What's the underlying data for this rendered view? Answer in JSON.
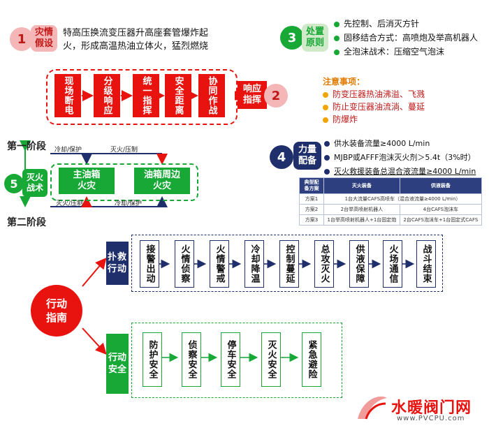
{
  "s1": {
    "num": "1",
    "tag": "灾情\n假设",
    "text": "特高压换流变压器升高座套管爆炸起火，形成高温热油立体火，猛烈燃烧"
  },
  "s2": {
    "num": "2",
    "tag": "响应\n指挥",
    "steps": [
      "现场断电",
      "分级响应",
      "统一指挥",
      "安全距离",
      "协同作战"
    ]
  },
  "s3": {
    "num": "3",
    "tag": "处置\n原则",
    "items": [
      "先控制、后消灭方针",
      "固移结合方式：高喷炮及举高机器人",
      "全泡沫战术：压缩空气泡沫"
    ]
  },
  "notes": {
    "title": "注意事项：",
    "items": [
      "防变压器热油沸溢、飞溅",
      "防止变压器油流淌、蔓延",
      "防爆炸"
    ]
  },
  "s4": {
    "num": "4",
    "tag": "力量\n配备",
    "items": [
      "供水装备流量≥4000 L/min",
      "MJBP或AFFF泡沫灭火剂＞5.4t（3%时）",
      "灭火救援装备总混合液流量≥4000 L/min"
    ]
  },
  "force_table": {
    "headers": [
      "典型配\n备方案",
      "灭火装备",
      "供液装备"
    ],
    "rows": [
      [
        "方案1",
        "1台大流量CAFS高喷车（混合液流量≥4000 L/min）",
        ""
      ],
      [
        "方案2",
        "2台举高喷射机器人",
        "4台CAFS泡沫车"
      ],
      [
        "方案3",
        "1台举高喷射机器人+1台固定炮",
        "2台CAFS泡沫车+1台固定式CAFS"
      ]
    ]
  },
  "s5": {
    "num": "5",
    "tag": "灭火\n战术",
    "stage1": "第一阶段",
    "stage2": "第二阶段",
    "fire1": "主油箱\n火灾",
    "fire2": "油箱周边\n火灾",
    "lbl_cool1": "冷却/保护",
    "lbl_ext1": "灭火/压制",
    "lbl_ext2": "灭火/压制",
    "lbl_cool2": "冷却/保护"
  },
  "guide": {
    "center": "行动\n指南",
    "rescue": {
      "title": "扑救\n行动",
      "steps": [
        "接警出动",
        "火情侦察",
        "火情警戒",
        "冷却降温",
        "控制蔓延",
        "总攻灭火",
        "供液保障",
        "火场通信",
        "战斗结束"
      ]
    },
    "safety": {
      "title": "行动\n安全",
      "steps": [
        "防护安全",
        "侦察安全",
        "停车安全",
        "灭火安全",
        "紧急避险"
      ]
    }
  },
  "watermark": {
    "cn": "水暖阀门网",
    "url": "www.PVCPU.com"
  },
  "colors": {
    "red": "#e8130e",
    "green": "#17a836",
    "navy": "#1f2f6b",
    "pink": "#f4b6b6"
  }
}
